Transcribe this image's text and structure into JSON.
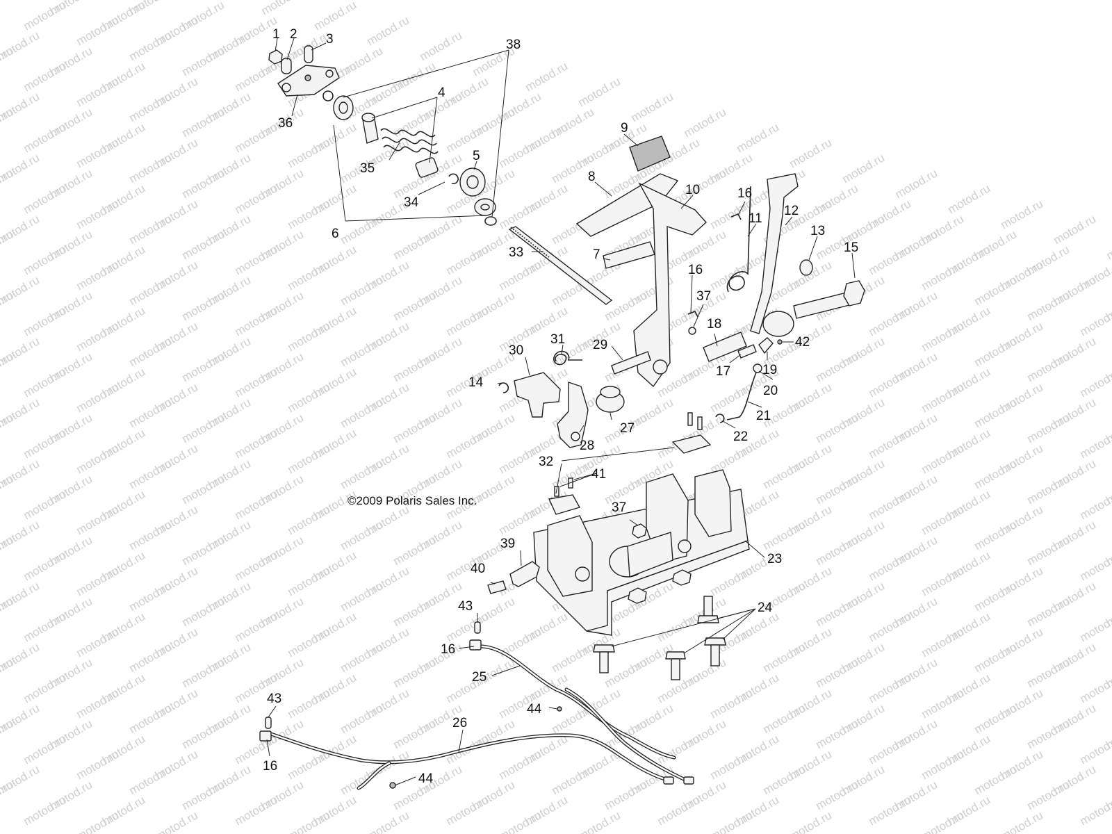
{
  "watermark": {
    "text": "motod.ru"
  },
  "copyright": "©2009 Polaris Sales Inc.",
  "callouts": [
    {
      "id": "c1",
      "text": "1"
    },
    {
      "id": "c2",
      "text": "2"
    },
    {
      "id": "c3",
      "text": "3"
    },
    {
      "id": "c38",
      "text": "38"
    },
    {
      "id": "c4",
      "text": "4"
    },
    {
      "id": "c36",
      "text": "36"
    },
    {
      "id": "c35",
      "text": "35"
    },
    {
      "id": "c5",
      "text": "5"
    },
    {
      "id": "c34",
      "text": "34"
    },
    {
      "id": "c6",
      "text": "6"
    },
    {
      "id": "c9",
      "text": "9"
    },
    {
      "id": "c8",
      "text": "8"
    },
    {
      "id": "c10",
      "text": "10"
    },
    {
      "id": "c16a",
      "text": "16"
    },
    {
      "id": "c11",
      "text": "11"
    },
    {
      "id": "c12",
      "text": "12"
    },
    {
      "id": "c13",
      "text": "13"
    },
    {
      "id": "c15",
      "text": "15"
    },
    {
      "id": "c7",
      "text": "7"
    },
    {
      "id": "c33",
      "text": "33"
    },
    {
      "id": "c16b",
      "text": "16"
    },
    {
      "id": "c37a",
      "text": "37"
    },
    {
      "id": "c18",
      "text": "18"
    },
    {
      "id": "c42",
      "text": "42"
    },
    {
      "id": "c31",
      "text": "31"
    },
    {
      "id": "c29",
      "text": "29"
    },
    {
      "id": "c30",
      "text": "30"
    },
    {
      "id": "c17",
      "text": "17"
    },
    {
      "id": "c19",
      "text": "19"
    },
    {
      "id": "c14",
      "text": "14"
    },
    {
      "id": "c20",
      "text": "20"
    },
    {
      "id": "c21",
      "text": "21"
    },
    {
      "id": "c27",
      "text": "27"
    },
    {
      "id": "c22",
      "text": "22"
    },
    {
      "id": "c28",
      "text": "28"
    },
    {
      "id": "c32",
      "text": "32"
    },
    {
      "id": "c41",
      "text": "41"
    },
    {
      "id": "c37b",
      "text": "37"
    },
    {
      "id": "c39",
      "text": "39"
    },
    {
      "id": "c23",
      "text": "23"
    },
    {
      "id": "c40",
      "text": "40"
    },
    {
      "id": "c24",
      "text": "24"
    },
    {
      "id": "c43a",
      "text": "43"
    },
    {
      "id": "c16c",
      "text": "16"
    },
    {
      "id": "c25",
      "text": "25"
    },
    {
      "id": "c43b",
      "text": "43"
    },
    {
      "id": "c44a",
      "text": "44"
    },
    {
      "id": "c26",
      "text": "26"
    },
    {
      "id": "c16d",
      "text": "16"
    },
    {
      "id": "c44b",
      "text": "44"
    }
  ]
}
